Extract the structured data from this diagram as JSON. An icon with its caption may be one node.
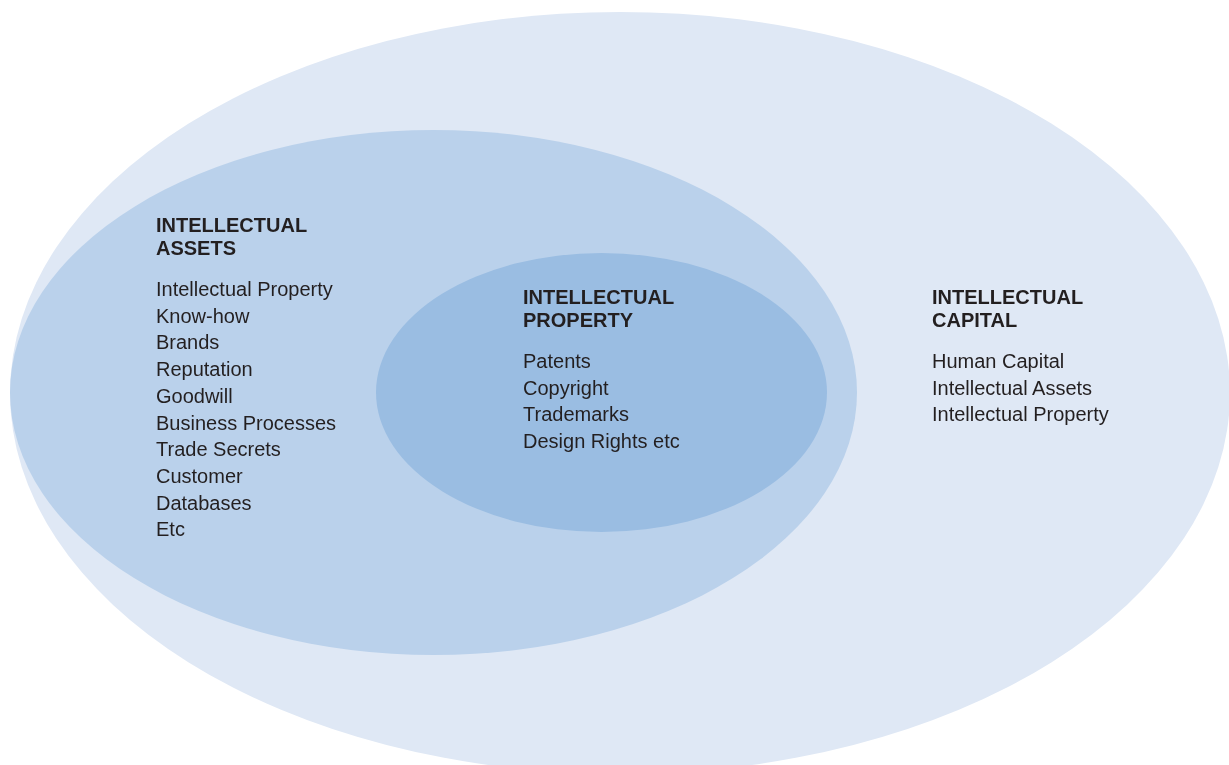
{
  "diagram": {
    "nodes": [
      {
        "text": [
          "INTELLECTUAL CAPITAL",
          "Human Capital",
          "Intellectual Assets",
          "Intellectual Property"
        ]
      },
      {
        "text": [
          "INTELLECTUAL ASSETS",
          "Intellectual Property",
          "Know-how",
          "Brands",
          "Reputation",
          "Goodwill",
          "Business Processes",
          "Trade Secrets",
          "Customer",
          "Databases",
          "Etc"
        ],
        "in": 0
      },
      {
        "text": [
          "INTELLECTUAL PROPERTY",
          "Patents",
          "Copyright",
          "Trademarks",
          "Design Rights etc"
        ],
        "in": 1
      }
    ]
  }
}
